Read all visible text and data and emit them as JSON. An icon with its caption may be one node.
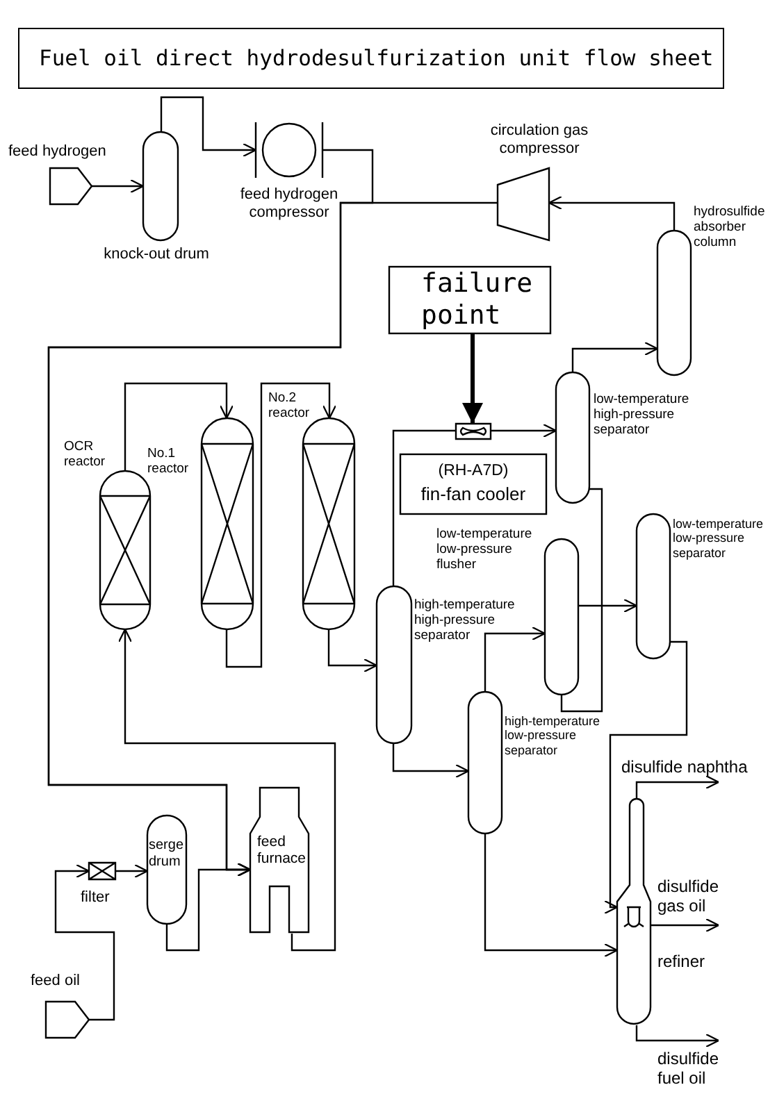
{
  "diagram": {
    "title": "Fuel oil direct hydrodesulfurization unit flow sheet",
    "nodes": [
      {
        "text": [
          "feed hydrogen"
        ]
      },
      {
        "text": [
          "knock-out drum"
        ]
      },
      {
        "text": [
          "feed hydrogen compressor"
        ]
      },
      {
        "text": [
          "circulation gas compressor"
        ]
      },
      {
        "text": [
          "hydrosulfide absorber column"
        ]
      },
      {
        "text": [
          "failure point"
        ]
      },
      {
        "text": [],
        "shape": "box"
      },
      {
        "text": [
          "(RH-A7D)",
          "fin-fan cooler"
        ]
      },
      {
        "text": [
          "low-temperature high-pressure separator"
        ]
      },
      {
        "text": [
          "OCR reactor"
        ]
      },
      {
        "text": [
          "No.1 reactor"
        ]
      },
      {
        "text": [
          "No.2 reactor"
        ]
      },
      {
        "text": [
          "low-temperature low-pressure flusher"
        ]
      },
      {
        "text": [
          "low-temperature low-pressure separator"
        ]
      },
      {
        "text": [
          "high-temperature high-pressure separator"
        ]
      },
      {
        "text": [
          "high-temperature low-pressure separator"
        ]
      },
      {
        "text": [
          "filter"
        ]
      },
      {
        "text": [
          "serge drum"
        ]
      },
      {
        "text": [
          "feed furnace"
        ]
      },
      {
        "text": [
          "refiner"
        ]
      },
      {
        "text": [
          "feed oil"
        ]
      },
      {
        "text": [
          "disulfide naphtha"
        ]
      },
      {
        "text": [
          "disulfide gas oil"
        ]
      },
      {
        "text": [
          "disulfide fuel oil"
        ]
      }
    ],
    "edges": [
      {
        "from": 0,
        "to": 1,
        "arrow": "to"
      },
      {
        "from": 1,
        "to": 2,
        "arrow": "to"
      },
      {
        "from": 2,
        "to": 18,
        "arrow": "to"
      },
      {
        "from": 3,
        "to": 18,
        "arrow": "to"
      },
      {
        "from": 4,
        "to": 3,
        "arrow": "to"
      },
      {
        "from": 8,
        "to": 4,
        "arrow": "to"
      },
      {
        "from": 5,
        "to": 6,
        "arrow": "to",
        "style": "thick"
      },
      {
        "from": 14,
        "to": 6,
        "arrow": "none"
      },
      {
        "from": 6,
        "to": 8,
        "arrow": "to"
      },
      {
        "from": 8,
        "to": 12,
        "arrow": "none"
      },
      {
        "from": 12,
        "to": 13,
        "arrow": "to"
      },
      {
        "from": 13,
        "to": 19,
        "arrow": "to"
      },
      {
        "from": 11,
        "to": 14,
        "arrow": "to"
      },
      {
        "from": 14,
        "to": 15,
        "arrow": "to"
      },
      {
        "from": 15,
        "to": 12,
        "arrow": "to"
      },
      {
        "from": 15,
        "to": 19,
        "arrow": "to"
      },
      {
        "from": 9,
        "to": 10,
        "arrow": "to"
      },
      {
        "from": 10,
        "to": 11,
        "arrow": "to"
      },
      {
        "from": 18,
        "to": 9,
        "arrow": "to"
      },
      {
        "from": 20,
        "to": 16,
        "arrow": "to"
      },
      {
        "from": 16,
        "to": 17,
        "arrow": "to"
      },
      {
        "from": 17,
        "to": 18,
        "arrow": "to"
      },
      {
        "from": 19,
        "to": 21,
        "arrow": "to"
      },
      {
        "from": 19,
        "to": 22,
        "arrow": "to"
      },
      {
        "from": 19,
        "to": 23,
        "arrow": "to"
      }
    ]
  }
}
